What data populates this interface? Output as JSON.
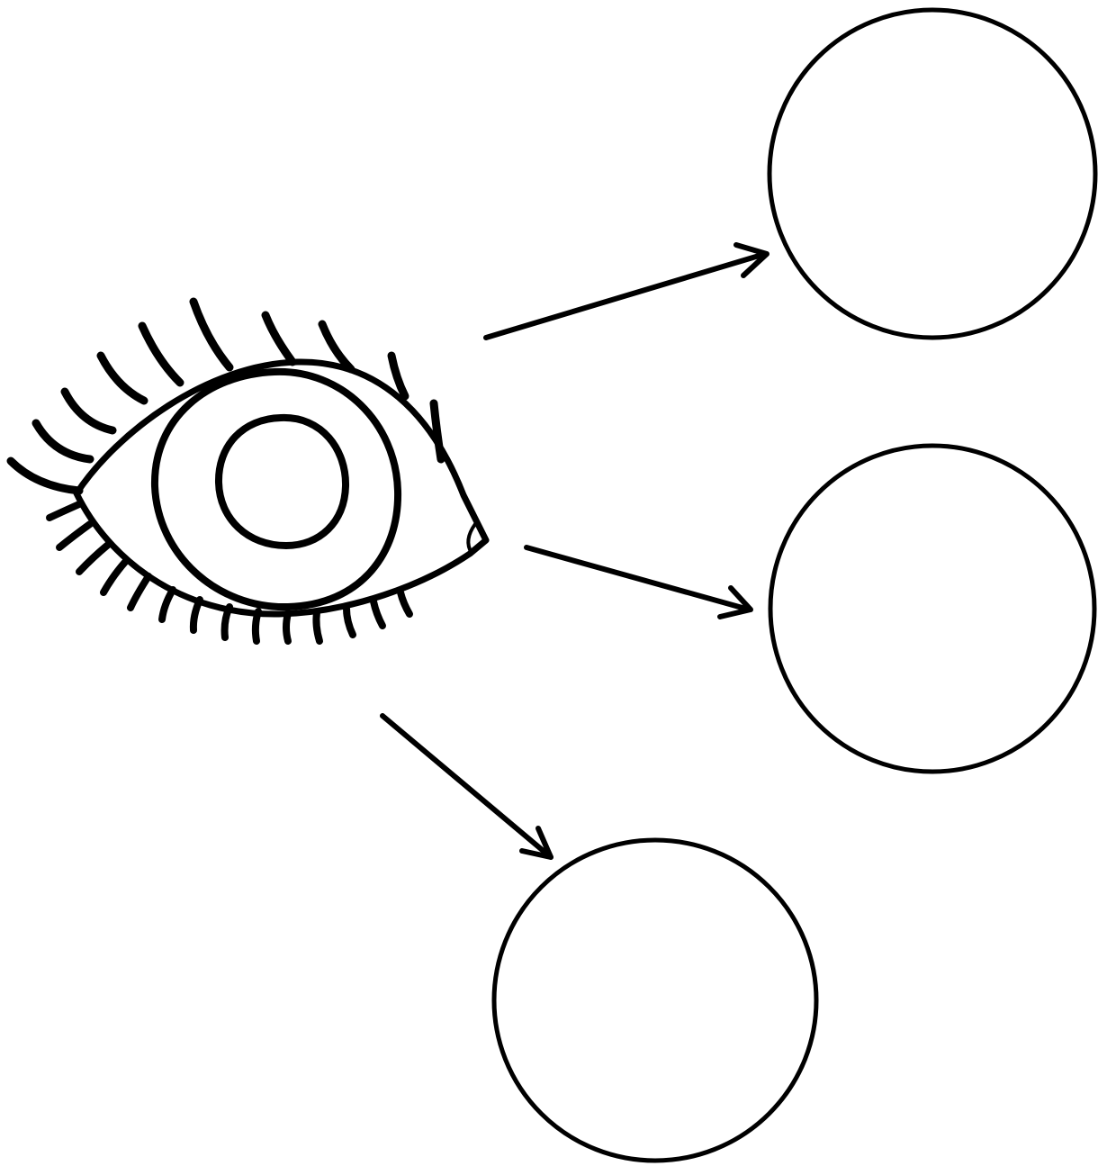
{
  "diagram": {
    "type": "eye-senses-worksheet",
    "stroke_color": "#000000",
    "background_color": "#ffffff",
    "source": {
      "icon": "eye-icon"
    },
    "targets": [
      {
        "id": "top-right",
        "label": ""
      },
      {
        "id": "middle-right",
        "label": ""
      },
      {
        "id": "bottom-center",
        "label": ""
      }
    ],
    "arrows": [
      {
        "from": "eye",
        "to": "top-right"
      },
      {
        "from": "eye",
        "to": "middle-right"
      },
      {
        "from": "eye",
        "to": "bottom-center"
      }
    ]
  }
}
